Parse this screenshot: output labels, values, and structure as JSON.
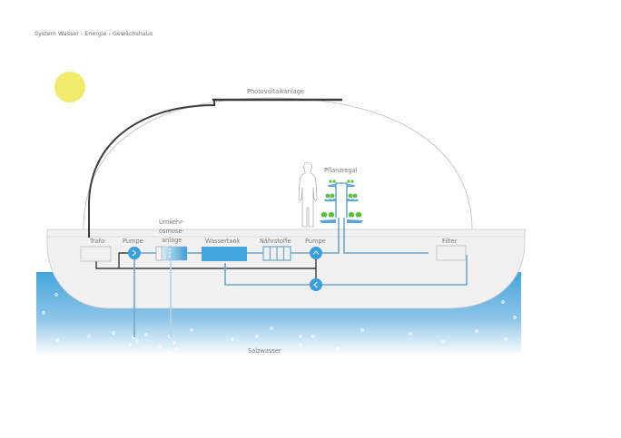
{
  "title": "System Wasser - Energie - Gewächshaus",
  "labels": {
    "photovoltaik": "Photovoltaikanlage",
    "pflanzregal": "Pflanzregal",
    "trafo": "Trafo",
    "pumpe1": "Pumpe",
    "umkehr_line1": "Umkehr-",
    "umkehr_line2": "osmose-",
    "umkehr_line3": "anlage",
    "wassertank": "Wassertank",
    "naehrstoffe": "Nährstoffe",
    "pumpe2": "Pumpe",
    "filter": "Filter",
    "salzwasser": "Salzwasser"
  },
  "icons": {
    "sun": "sun-icon",
    "person": "person-silhouette-icon",
    "plant": "plant-icon",
    "pump_right": "chevron-right-icon",
    "pump_up": "chevron-up-icon",
    "pump_left": "chevron-left-icon"
  },
  "colors": {
    "sun": "#f2ea6a",
    "water_top": "#45a6dd",
    "water_bottom": "#ffffff",
    "pipe_water": "#6fa8c8",
    "pipe_power": "#3d3d3d",
    "pump": "#3aa0dc",
    "tank": "#43a7dd",
    "hull": "#f1f1f1",
    "hull_stroke": "#c8c8c8",
    "plant": "#5bbf3a"
  }
}
